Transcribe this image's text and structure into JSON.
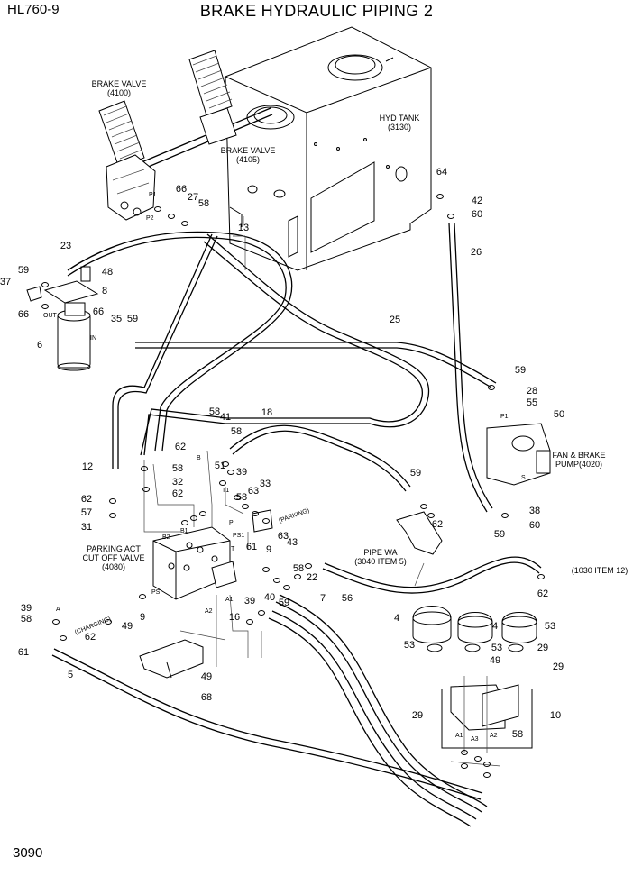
{
  "header": {
    "model": "HL760-9",
    "title": "BRAKE HYDRAULIC PIPING 2"
  },
  "footer": {
    "page_number": "3090"
  },
  "components": {
    "brake_valve_1": [
      "BRAKE VALVE",
      "(4100)"
    ],
    "brake_valve_2": [
      "BRAKE VALVE",
      "(4105)"
    ],
    "hyd_tank": [
      "HYD TANK",
      "(3130)"
    ],
    "parking_valve": [
      "PARKING ACT",
      "CUT OFF VALVE",
      "(4080)"
    ],
    "pipe_wa": [
      "PIPE WA",
      "(3040 ITEM 5)"
    ],
    "pump": [
      "FAN & BRAKE",
      "PUMP(4020)"
    ],
    "item_ref": "(1030 ITEM 12)"
  },
  "port_labels": {
    "p1": "P1",
    "p2": "P2",
    "out": "OUT",
    "in": "IN",
    "b": "B",
    "t1": "T1",
    "p": "P",
    "ps1": "PS1",
    "t": "T",
    "b1": "B1",
    "b2": "B2",
    "ps": "PS",
    "a1": "A1",
    "a2": "A2",
    "a3": "A3",
    "a": "A",
    "s": "S",
    "pump_p1": "P1",
    "acc_a1": "A1",
    "acc_a2": "A2"
  },
  "annotations": {
    "parking": "(PARKING)",
    "charging": "(CHARGING)"
  },
  "callouts": [
    "13",
    "23",
    "59",
    "48",
    "37",
    "8",
    "66",
    "66",
    "35",
    "59",
    "6",
    "64",
    "42",
    "60",
    "26",
    "66",
    "27",
    "58",
    "25",
    "59",
    "28",
    "55",
    "58",
    "41",
    "18",
    "50",
    "62",
    "58",
    "12",
    "58",
    "32",
    "62",
    "62",
    "57",
    "31",
    "51",
    "39",
    "58",
    "63",
    "33",
    "59",
    "62",
    "61",
    "9",
    "63",
    "43",
    "39",
    "40",
    "58",
    "59",
    "22",
    "56",
    "38",
    "60",
    "59",
    "62",
    "39",
    "58",
    "61",
    "9",
    "49",
    "62",
    "16",
    "7",
    "49",
    "68",
    "5",
    "4",
    "4",
    "53",
    "53",
    "53",
    "29",
    "49",
    "29",
    "29",
    "10",
    "58"
  ]
}
